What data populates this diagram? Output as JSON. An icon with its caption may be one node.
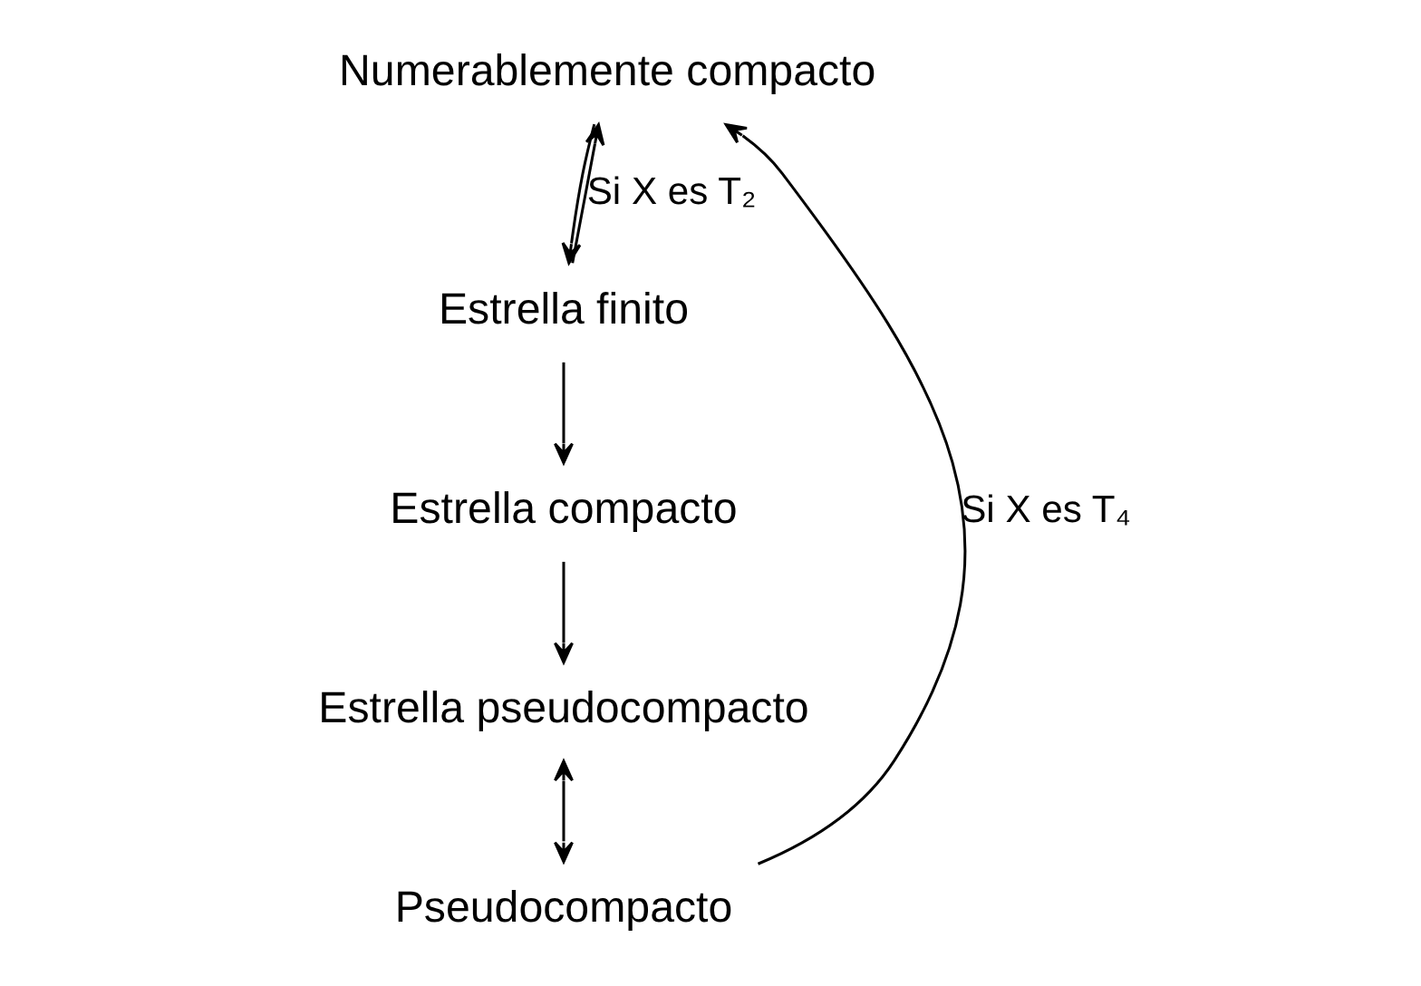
{
  "diagram": {
    "nodes": [
      {
        "text": [
          "Numerablemente compacto"
        ]
      },
      {
        "text": [
          "Estrella finito"
        ]
      },
      {
        "text": [
          "Estrella compacto"
        ]
      },
      {
        "text": [
          "Estrella pseudocompacto"
        ]
      },
      {
        "text": [
          "Pseudocompacto"
        ]
      }
    ],
    "edges": [
      {
        "from": 1,
        "to": 0,
        "arrow": "to",
        "label": "Si X es T₂"
      },
      {
        "from": 0,
        "to": 1,
        "arrow": "to"
      },
      {
        "from": 1,
        "to": 2,
        "arrow": "to"
      },
      {
        "from": 2,
        "to": 3,
        "arrow": "to"
      },
      {
        "from": 3,
        "to": 4,
        "arrow": "both"
      },
      {
        "from": 4,
        "to": 0,
        "arrow": "to",
        "label": "Si X es T₄"
      }
    ]
  }
}
